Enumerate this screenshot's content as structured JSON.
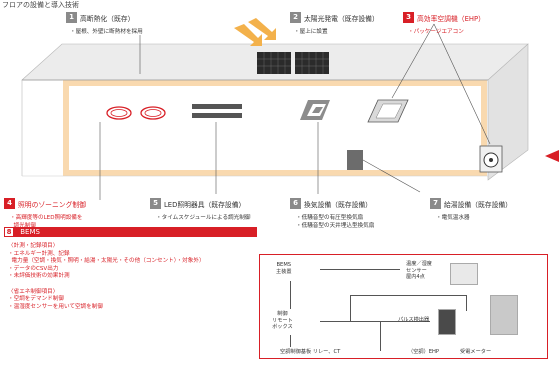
{
  "page_heading": "フロアの設備と導入技術",
  "items": [
    {
      "num": "1",
      "title": "高断熱化（既存）",
      "desc": "・屋根、外壁に断熱材を採用"
    },
    {
      "num": "2",
      "title": "太陽光発電（既存設備）",
      "desc": "・屋上に設置"
    },
    {
      "num": "3",
      "title": "高効率空調機（EHP）",
      "desc": "・パッケージエアコン"
    },
    {
      "num": "4",
      "title": "照明のゾーニング制御",
      "desc": "・高輝度等のLED照明設備を\n  調光制御"
    },
    {
      "num": "5",
      "title": "LED照明器具（既存設備）",
      "desc": "・タイムスケジュールによる調光制御"
    },
    {
      "num": "6",
      "title": "換気設備（既存設備）",
      "desc": "・低騒音型の有圧型換気扇\n・低騒音型の天井埋込型換気扇"
    },
    {
      "num": "7",
      "title": "給湯設備（既存設備）",
      "desc": "・電気温水器"
    }
  ],
  "bems": {
    "num": "8",
    "title": "BEMS",
    "body": "〈計測・記録項目〉\n・エネルギー計測、記録\n  電力量（空調・換気・照明・給湯・太陽光・その他（コンセント）・対象外）\n・データのCSV出力\n・未評価技術の効果計測\n\n〈省エネ制御項目〉\n・空調をデマンド制御\n・温湿度センサーを用いて空調を制御"
  },
  "system": {
    "bems_main": "BEMS\n主装置",
    "remote_box": "制御\nリモート\nボックス",
    "sensor": "温度／湿度\nセンサー\n屋内4点",
    "pulse": "パルス検出器",
    "panel": "空調制御基板 リレー、CT",
    "ehp": "（空調）EHP",
    "meter": "受電メーター"
  },
  "colors": {
    "accent": "#d81f26",
    "label_gray": "#8a8a8a",
    "ceiling_glow": "#f6c98d"
  }
}
